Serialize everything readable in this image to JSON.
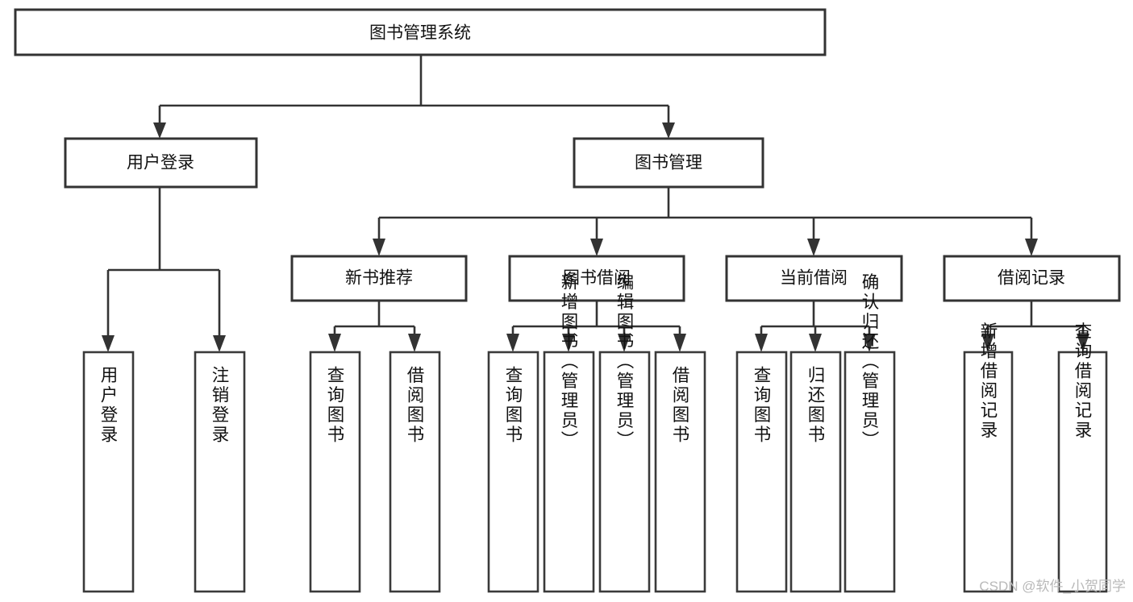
{
  "diagram": {
    "type": "tree-hierarchy",
    "title": "图书管理系统",
    "root": {
      "id": "root",
      "label": "图书管理系统",
      "level": 1
    },
    "level2": [
      {
        "id": "user-login",
        "label": "用户登录"
      },
      {
        "id": "book-manage",
        "label": "图书管理"
      }
    ],
    "level3": [
      {
        "id": "new-book-recommend",
        "label": "新书推荐",
        "parent": "book-manage"
      },
      {
        "id": "book-borrow",
        "label": "图书借阅",
        "parent": "book-manage"
      },
      {
        "id": "current-borrow",
        "label": "当前借阅",
        "parent": "book-manage"
      },
      {
        "id": "borrow-record",
        "label": "借阅记录",
        "parent": "book-manage"
      }
    ],
    "leaves": [
      {
        "id": "leaf-user-login",
        "label": "用户登录",
        "parent": "user-login"
      },
      {
        "id": "leaf-user-logout",
        "label": "注销登录",
        "parent": "user-login"
      },
      {
        "id": "leaf-query-book-1",
        "label": "查询图书",
        "parent": "new-book-recommend"
      },
      {
        "id": "leaf-borrow-book-1",
        "label": "借阅图书",
        "parent": "new-book-recommend"
      },
      {
        "id": "leaf-query-book-2",
        "label": "查询图书",
        "parent": "book-borrow"
      },
      {
        "id": "leaf-add-book",
        "label": "新增图书（管理员）",
        "parent": "book-borrow"
      },
      {
        "id": "leaf-edit-book",
        "label": "编辑图书（管理员）",
        "parent": "book-borrow"
      },
      {
        "id": "leaf-borrow-book-2",
        "label": "借阅图书",
        "parent": "book-borrow"
      },
      {
        "id": "leaf-query-book-3",
        "label": "查询图书",
        "parent": "current-borrow"
      },
      {
        "id": "leaf-return-book",
        "label": "归还图书",
        "parent": "current-borrow"
      },
      {
        "id": "leaf-confirm-return",
        "label": "确认归还（管理员）",
        "parent": "current-borrow"
      },
      {
        "id": "leaf-add-record",
        "label": "新增借阅记录",
        "parent": "borrow-record"
      },
      {
        "id": "leaf-query-record",
        "label": "查询借阅记录",
        "parent": "borrow-record"
      }
    ],
    "colors": {
      "background": "#ffffff",
      "box_fill": "#ffffff",
      "box_stroke": "#333333",
      "connector": "#333333",
      "text": "#111111",
      "watermark": "#b9b9b9"
    }
  },
  "watermark": {
    "text": "CSDN @软件_小贺同学"
  }
}
